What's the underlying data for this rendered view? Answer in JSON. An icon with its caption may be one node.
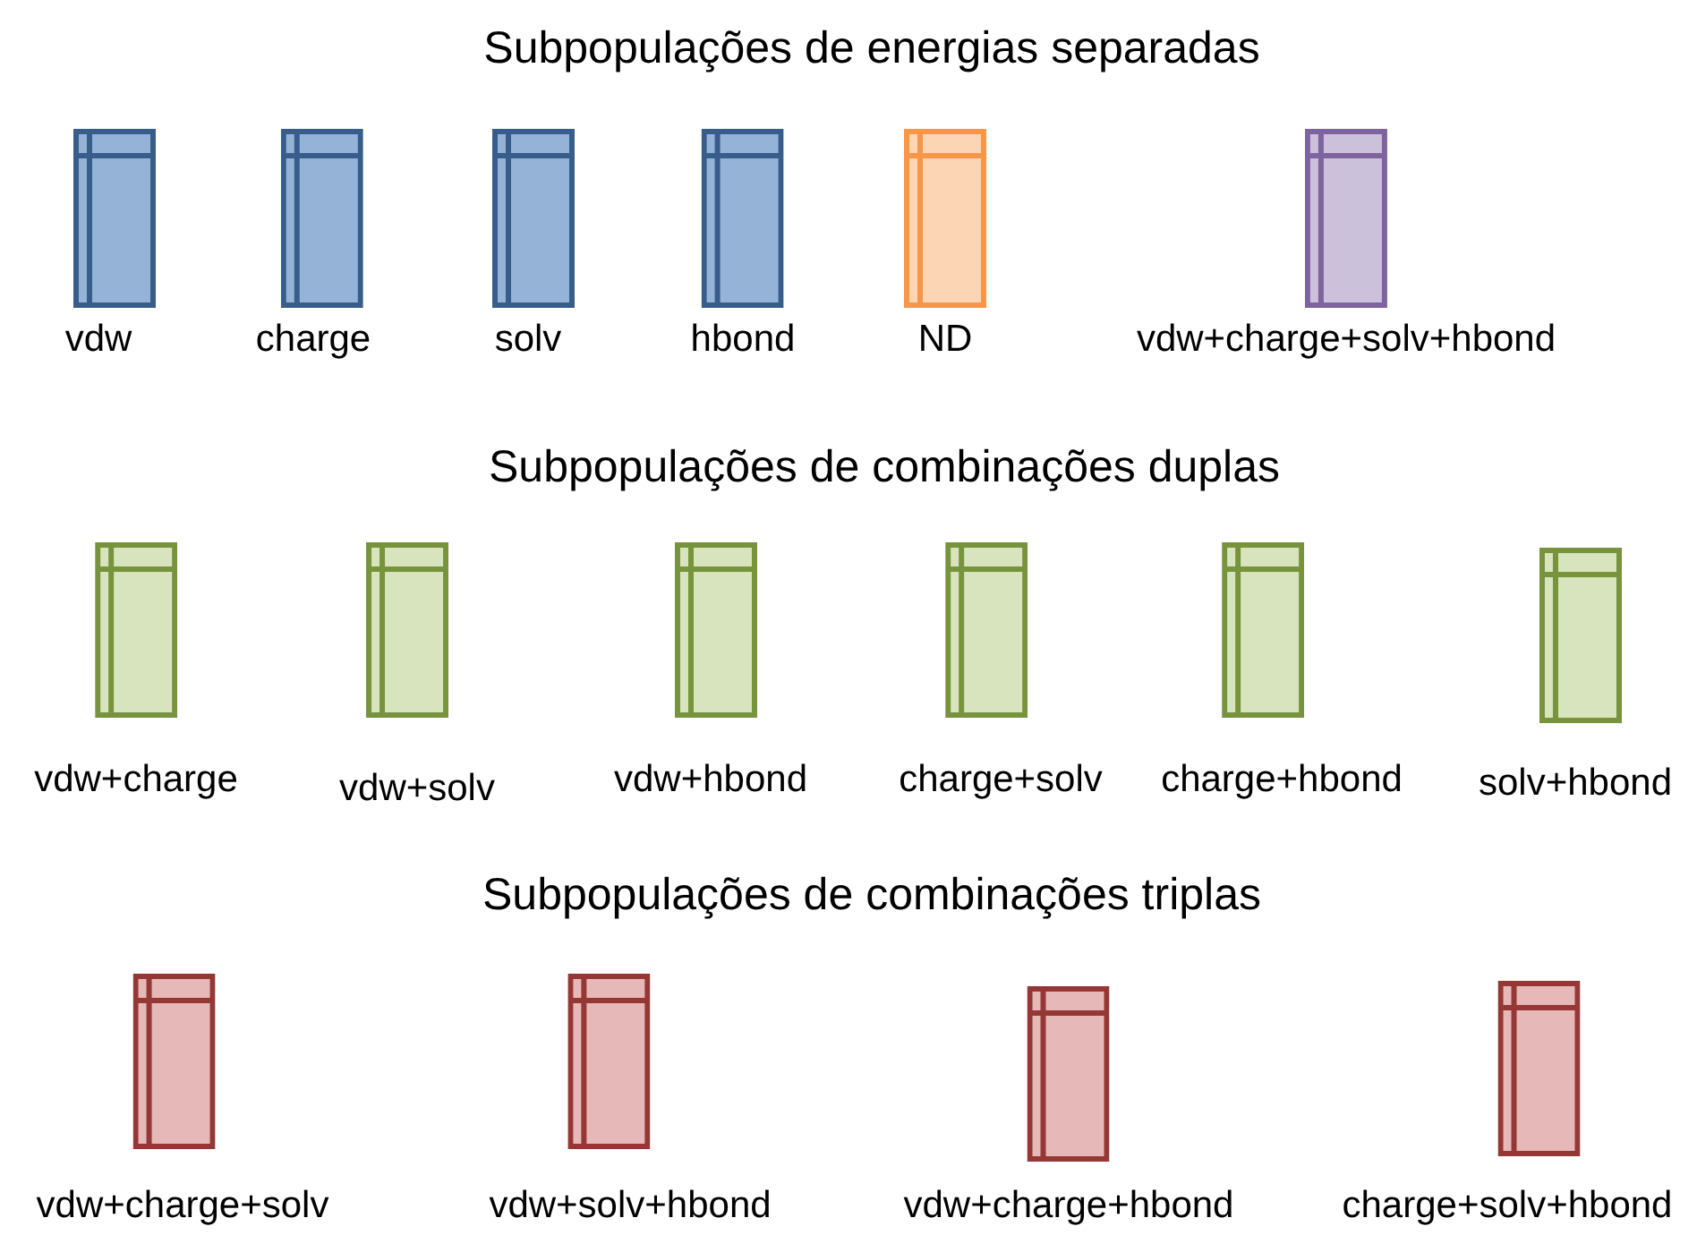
{
  "diagram": {
    "nodes": [
      {
        "text": [],
        "shape": "box",
        "beside": [
          "vdw"
        ]
      },
      {
        "text": [],
        "shape": "box",
        "beside": [
          "charge"
        ]
      },
      {
        "text": [],
        "shape": "box",
        "beside": [
          "solv"
        ]
      },
      {
        "text": [],
        "shape": "box",
        "beside": [
          "hbond"
        ]
      },
      {
        "text": [],
        "shape": "box",
        "beside": [
          "ND"
        ]
      },
      {
        "text": [],
        "shape": "box",
        "beside": [
          "vdw+charge+solv+hbond"
        ]
      },
      {
        "text": [],
        "shape": "box",
        "beside": [
          "vdw+charge"
        ]
      },
      {
        "text": [],
        "shape": "box",
        "beside": [
          "vdw+solv"
        ]
      },
      {
        "text": [],
        "shape": "box",
        "beside": [
          "vdw+hbond"
        ]
      },
      {
        "text": [],
        "shape": "box",
        "beside": [
          "charge+solv"
        ]
      },
      {
        "text": [],
        "shape": "box",
        "beside": [
          "charge+hbond"
        ]
      },
      {
        "text": [],
        "shape": "box",
        "beside": [
          "solv+hbond"
        ]
      },
      {
        "text": [],
        "shape": "box",
        "beside": [
          "vdw+charge+solv"
        ]
      },
      {
        "text": [],
        "shape": "box",
        "beside": [
          "vdw+solv+hbond"
        ]
      },
      {
        "text": [],
        "shape": "box",
        "beside": [
          "vdw+charge+hbond"
        ]
      },
      {
        "text": [],
        "shape": "box",
        "beside": [
          "charge+solv+hbond"
        ]
      }
    ],
    "labels": [
      "Subpopulações de energias separadas",
      "Subpopulações de combinações duplas",
      "Subpopulações de combinações triplas"
    ]
  }
}
